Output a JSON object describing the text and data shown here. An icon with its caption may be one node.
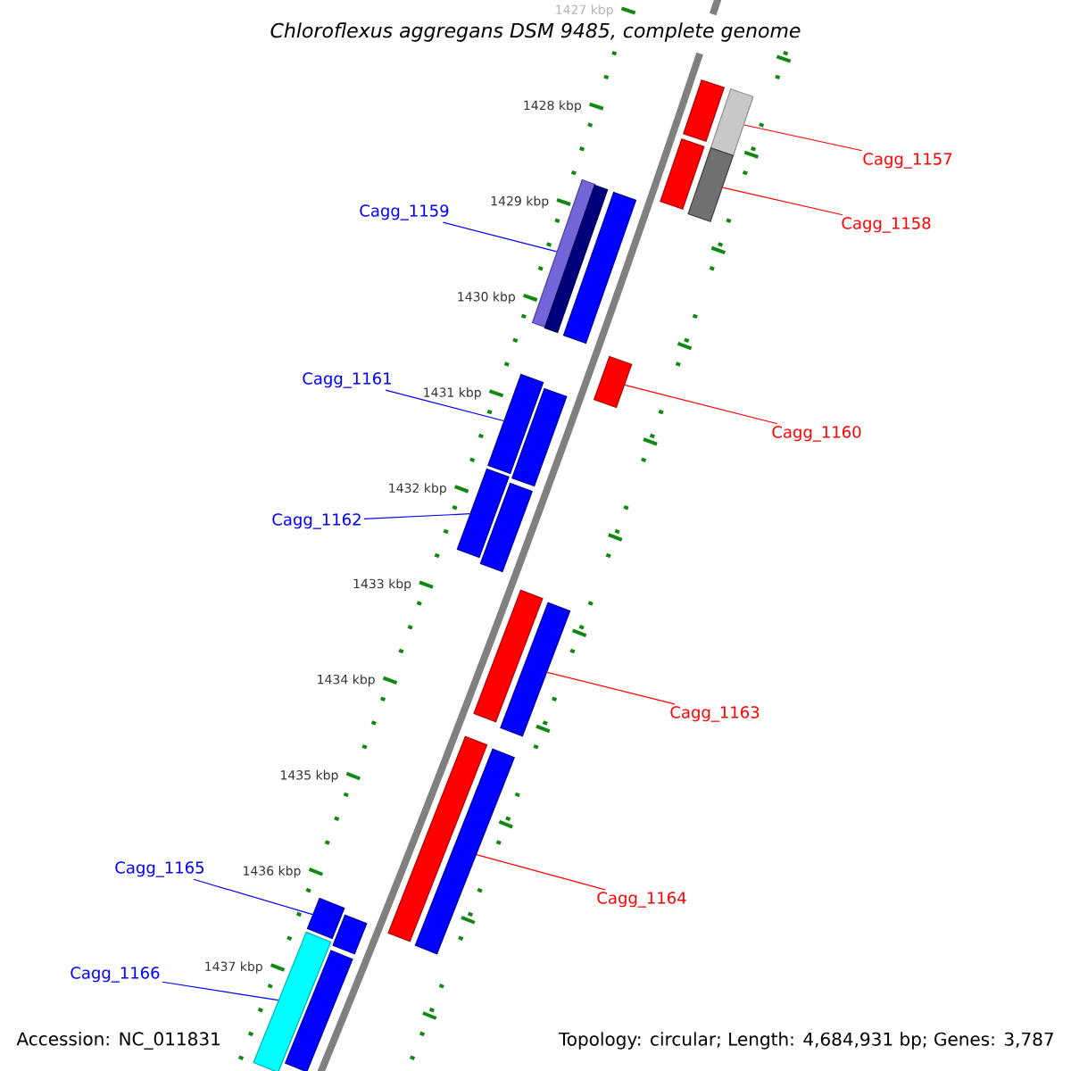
{
  "diagram": {
    "title": "Chloroflexus aggregans DSM 9485, complete genome",
    "nodes": [
      {
        "text": [
          "Cagg_1157"
        ]
      },
      {
        "text": [
          "Cagg_1158"
        ]
      },
      {
        "text": [
          "Cagg_1159"
        ]
      },
      {
        "text": [
          "Cagg_1160"
        ]
      },
      {
        "text": [
          "Cagg_1161"
        ]
      },
      {
        "text": [
          "Cagg_1162"
        ]
      },
      {
        "text": [
          "Cagg_1163"
        ]
      },
      {
        "text": [
          "Cagg_1164"
        ]
      },
      {
        "text": [
          "Cagg_1165"
        ]
      },
      {
        "text": [
          "Cagg_1166"
        ]
      },
      {
        "text": [],
        "shape": "bar"
      },
      {
        "text": [],
        "shape": "bar"
      },
      {
        "text": [],
        "shape": "bar"
      },
      {
        "text": [],
        "shape": "bar"
      },
      {
        "text": [],
        "shape": "bar"
      },
      {
        "text": [],
        "shape": "bar"
      },
      {
        "text": [],
        "shape": "bar"
      },
      {
        "text": [],
        "shape": "bar"
      },
      {
        "text": [],
        "shape": "bar"
      },
      {
        "text": [],
        "shape": "bar"
      },
      {
        "text": [],
        "shape": "bar"
      },
      {
        "text": [],
        "shape": "bar"
      },
      {
        "text": [],
        "shape": "bar"
      },
      {
        "text": [],
        "shape": "bar"
      },
      {
        "text": [],
        "shape": "bar"
      },
      {
        "text": [],
        "shape": "bar"
      },
      {
        "text": [],
        "shape": "bar"
      },
      {
        "text": [],
        "shape": "bar"
      },
      {
        "text": [],
        "shape": "bar"
      },
      {
        "text": [],
        "shape": "bar"
      }
    ],
    "edges": [
      {
        "from": 0,
        "to": 11,
        "arrow": "none"
      },
      {
        "from": 1,
        "to": 13,
        "arrow": "none"
      },
      {
        "from": 2,
        "to": 14,
        "arrow": "none",
        "color": "#0000ff"
      },
      {
        "from": 3,
        "to": 17,
        "arrow": "none"
      },
      {
        "from": 4,
        "to": 18,
        "arrow": "none",
        "color": "#0000ff"
      },
      {
        "from": 5,
        "to": 20,
        "arrow": "none",
        "color": "#0000ff"
      },
      {
        "from": 6,
        "to": 23,
        "arrow": "none"
      },
      {
        "from": 7,
        "to": 25,
        "arrow": "none"
      },
      {
        "from": 8,
        "to": 26,
        "arrow": "none",
        "color": "#0000ff"
      },
      {
        "from": 9,
        "to": 28,
        "arrow": "none",
        "color": "#0000ff"
      }
    ],
    "labels": [
      "1427 kbp",
      "1428 kbp",
      "1429 kbp",
      "1430 kbp",
      "1431 kbp",
      "1432 kbp",
      "1433 kbp",
      "1434 kbp",
      "1435 kbp",
      "1436 kbp",
      "1437 kbp",
      "Accession: NC_011831",
      "Topology: circular; Length: 4,684,931 bp; Genes: 3,787"
    ]
  }
}
